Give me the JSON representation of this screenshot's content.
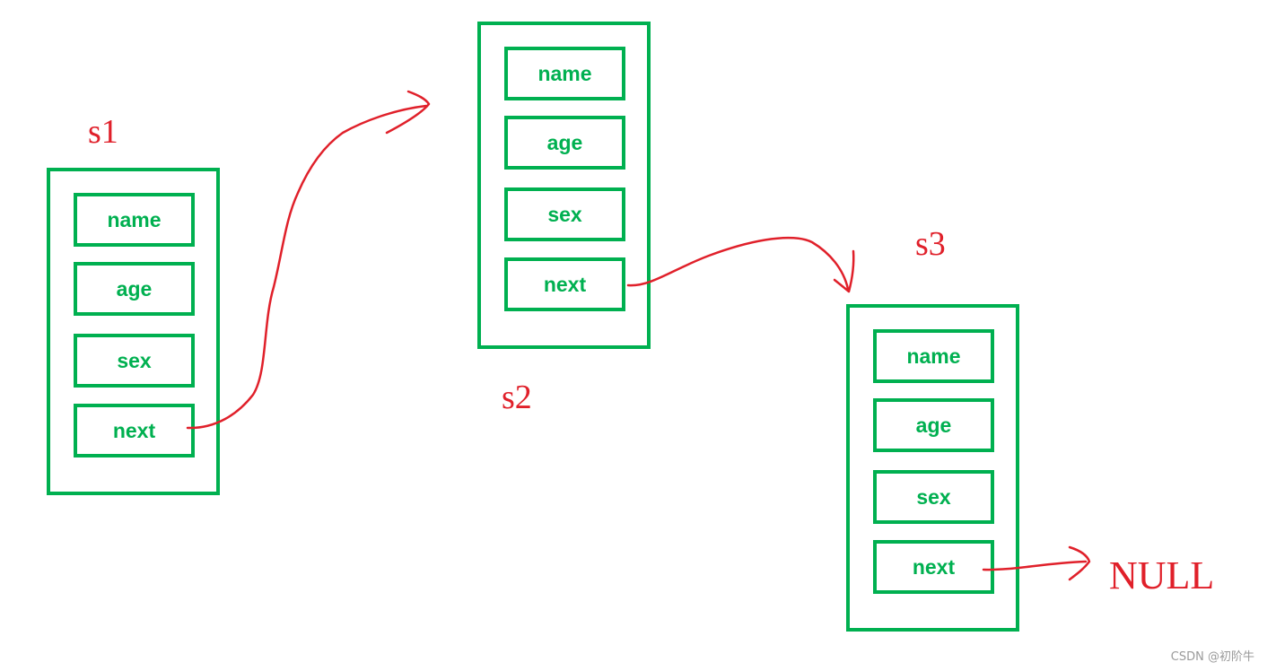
{
  "nodes": [
    {
      "label": "s1",
      "fields": [
        "name",
        "age",
        "sex",
        "next"
      ]
    },
    {
      "label": "s2",
      "fields": [
        "name",
        "age",
        "sex",
        "next"
      ]
    },
    {
      "label": "s3",
      "fields": [
        "name",
        "age",
        "sex",
        "next"
      ]
    }
  ],
  "terminal": "NULL",
  "watermark": "CSDN @初阶牛",
  "colors": {
    "box": "#00b050",
    "ink": "#e0202a"
  }
}
